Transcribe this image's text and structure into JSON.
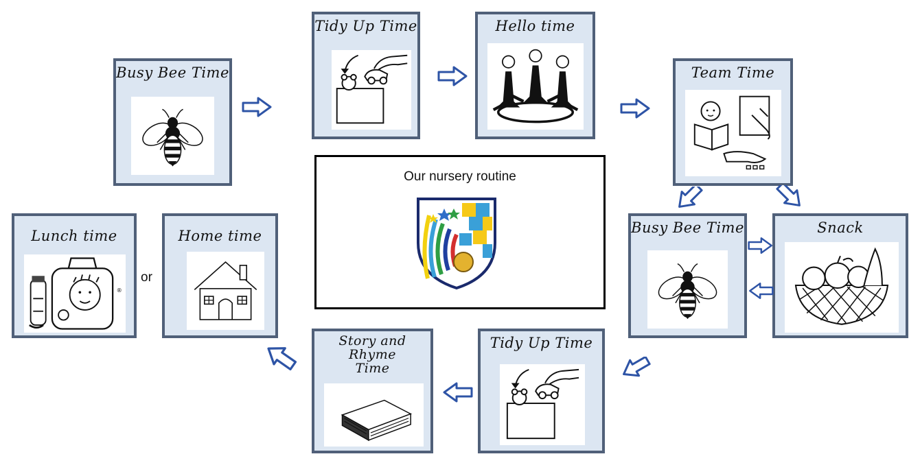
{
  "center": {
    "title": "Our nursery routine",
    "logo": "school-shield-logo"
  },
  "or_label": "or",
  "cards": {
    "busy_bee_1": {
      "title": "Busy Bee Time",
      "icon": "bee-icon"
    },
    "tidy_up_1": {
      "title": "Tidy Up Time",
      "icon": "tidy-up-icon"
    },
    "hello": {
      "title": "Hello time",
      "icon": "circle-time-icon"
    },
    "team": {
      "title": "Team Time",
      "icon": "team-work-icon"
    },
    "busy_bee_2": {
      "title": "Busy Bee Time",
      "icon": "bee-icon"
    },
    "snack": {
      "title": "Snack",
      "icon": "fruit-basket-icon"
    },
    "tidy_up_2": {
      "title": "Tidy Up Time",
      "icon": "tidy-up-icon"
    },
    "story": {
      "title": "Story and Rhyme Time",
      "icon": "book-icon"
    },
    "home": {
      "title": "Home time",
      "icon": "house-icon"
    },
    "lunch": {
      "title": "Lunch time",
      "icon": "lunch-box-icon"
    }
  },
  "colors": {
    "card_bg": "#dce6f2",
    "card_border": "#506079",
    "arrow": "#2e54a6"
  }
}
